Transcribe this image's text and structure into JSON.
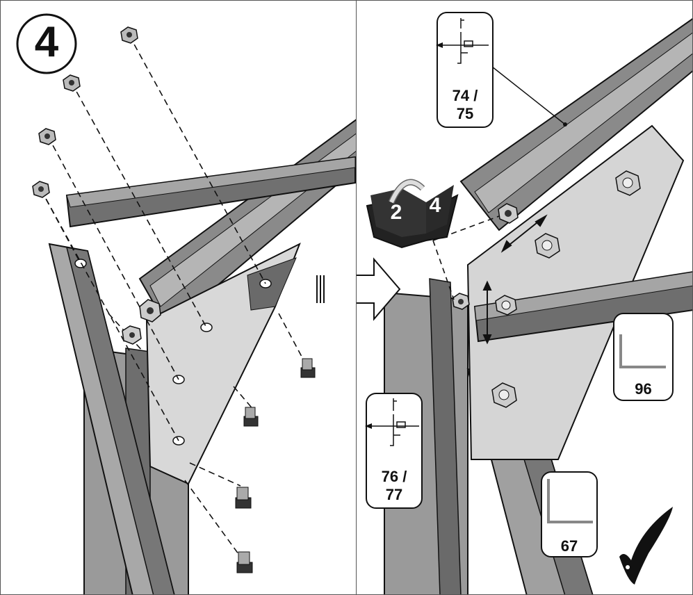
{
  "step": {
    "number": "4"
  },
  "book": {
    "from_page": "2",
    "to_page": "4"
  },
  "labels": [
    {
      "id": "profile-74-75",
      "line1": "74 /",
      "line2": "75"
    },
    {
      "id": "profile-76-77",
      "line1": "76 /",
      "line2": "77"
    },
    {
      "id": "angle-96",
      "text": "96"
    },
    {
      "id": "angle-67",
      "text": "67"
    }
  ],
  "icons": [
    "step-number-icon",
    "hex-nut-icon",
    "square-bolt-icon",
    "book-reference-icon",
    "next-step-arrow-icon",
    "profile-section-icon",
    "angle-section-icon",
    "checkmark-icon"
  ],
  "colors": {
    "metal_dark": "#5a5a5a",
    "metal_mid": "#8c8c8c",
    "metal_light": "#c8c8c8",
    "plate": "#d8d8d8",
    "outline": "#111111"
  }
}
